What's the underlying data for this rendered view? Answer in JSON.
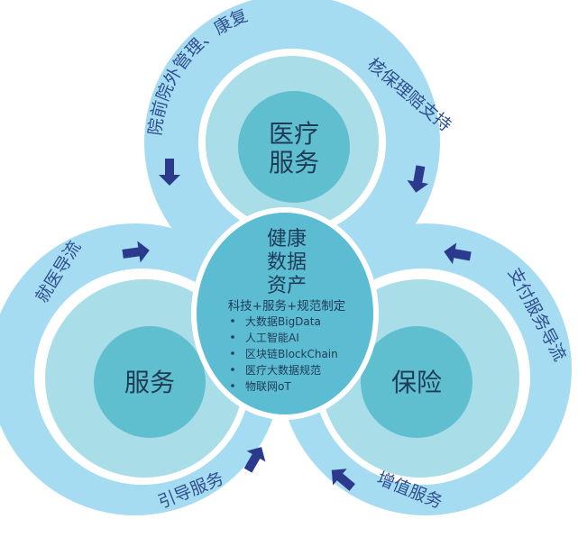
{
  "nodes": {
    "medical": {
      "label_line1": "医疗",
      "label_line2": "服务"
    },
    "service": {
      "label": "服务"
    },
    "insurance": {
      "label": "保险"
    }
  },
  "core": {
    "title_lines": [
      "健康",
      "数据",
      "资产"
    ],
    "tagline": "科技+服务+规范制定",
    "items": [
      "大数据BigData",
      "人工智能AI",
      "区块链BlockChain",
      "医疗大数据规范",
      "物联网oT"
    ]
  },
  "flows": {
    "pre_post_hospital": "院前院外管理、康复",
    "claims_support": "核保理赔支持",
    "patient_guidance": "就医导流",
    "payment_guidance": "支付服务导流",
    "guided_services": "引导服务",
    "value_added_services": "增值服务"
  },
  "colors": {
    "outer_ring": "#a6dcf1",
    "ring_border": "#ffffff",
    "middle_ring": "#a9dde8",
    "inner_disc": "#5fbfcf",
    "core_disc": "#5cbdd2",
    "arrow": "#2b3a8c",
    "text": "#1f3b57",
    "flow_text": "#2f4f8f"
  }
}
